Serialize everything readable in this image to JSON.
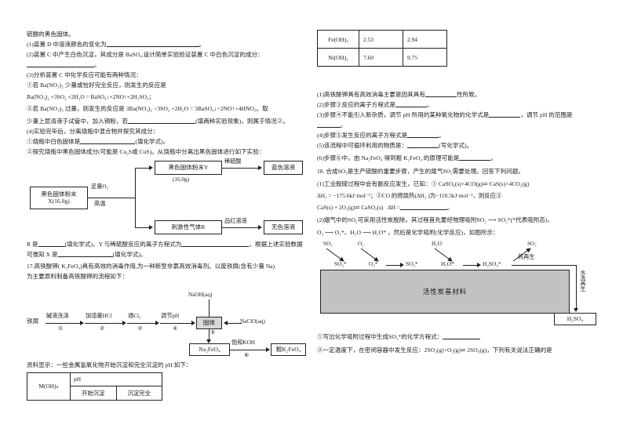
{
  "left_column": {
    "lead_text": "硫酸的黑色固体。",
    "q16_parts": [
      "(1)装置 D 中溶液颜色的变化为",
      "(2)装置 C 中产生白色沉淀，其成分是 BaSO₄,设计简单实验验证装置 C 中白色沉淀的成分：",
      "(3)分析装置 C 中化学反应可能有两种情况：",
      "①若 Ba(NO₃)₂ 少量或恰好完全反应，则发生的反应是",
      "②若 Ba(NO₃)₂ 过量，则发生的反应是",
      "(4)实验完毕后，分离烧瓶中混合物并探究其成分：",
      "①烧瓶中白色固体是",
      "②探究烧瓶中黑色固体成分(可能是 Cu₂S或 CuS)。从烧瓶中分离出黑色固体进行如下实验："
    ],
    "equation1": "Ba(NO₃)₂ +3SO₂ +2H₂O = BaSO₄↓+2NO↑+2H₂SO₄；",
    "equation2": "3Ba(NO₃)₂ +3SO₂ +2H₂O = 3BaSO₄↓+2NO↑+4HNO₃。取",
    "line_take": "少量上层清液于试管中，加入铜粉，若",
    "line_take_tail": "(填两种实验现象)，则属于情况②。",
    "fill_formula": "(填化学式)。",
    "flow1": {
      "start_box": "黑色固体粉末X(16.0g)",
      "start_condition_top": "足量O₂",
      "start_condition_bottom": "高温",
      "branch_top_box": "黑色固体粉末Y",
      "branch_top_mass": "(16.0g)",
      "branch_top_reagent": "稀硫酸",
      "branch_top_result": "蓝色溶液",
      "branch_bottom_box": "刺激性气体R",
      "branch_bottom_reagent": "品红溶液",
      "branch_bottom_result": "无色溶液"
    },
    "after_flow1_a": "R 是",
    "after_flow1_b": "(填化学式)，Y 与稀硫酸反应的离子方程式为",
    "after_flow1_c": "。根据上述实验数据",
    "after_flow1_d": "可推知 X 是",
    "after_flow1_e": "(填化学式)。",
    "q17_stem": "17.高铁酸钾( K₂FeO₄)具有高效的消毒作用,为一种新型非氯高效消毒剂。以废铁屑(含有少量 Na)",
    "q17_stem2": "为主要原料制备高铁酸钾的流程如下：",
    "flow2": {
      "start": "铁屑",
      "steps": [
        {
          "label": "碱液洗涤",
          "num": "①"
        },
        {
          "label": "加适量HCl",
          "num": "②"
        },
        {
          "label": "通Cl₂",
          "num": "③"
        },
        {
          "label": "调节pH",
          "num": "④"
        }
      ],
      "naoh": "NaOH(aq)",
      "solid_box": "固体",
      "naclo": "NaClO(aq)",
      "step5": "⑤",
      "na2feo4": "Na₂FeO₄",
      "koh_label": "饱和KOH",
      "step6": "⑥",
      "product": "粗K₂FeO₄"
    },
    "data_note": "资料显示：一些金属氢氧化物开始沉淀和完全沉淀的 pH 如下：",
    "table": {
      "col_head": "M(OH)ₙ",
      "ph_head": "pH",
      "sub_heads": [
        "开始沉淀",
        "沉淀完全"
      ]
    }
  },
  "right_column": {
    "table_rows": [
      {
        "formula": "Fe(OH)₃",
        "start": "2.53",
        "complete": "2.94"
      },
      {
        "formula": "Ni(OH)₂",
        "start": "7.60",
        "complete": "9.75"
      }
    ],
    "q17_questions": [
      "(1)高铁酸钾具有高效消毒主要是因其具有",
      "性所致。",
      "(2)步骤③反应的离子方程式是",
      "。",
      "(3)步骤④不能引入新杂质，调节 pH 所用的某种氧化物的化学式是",
      "，调节 pH 的范围是",
      "。",
      "(4)步骤⑤发生反应的离子方程式是",
      "。",
      "(5)该流程中可循环利用的物质是：",
      "(写化学式)。",
      "(6)步骤⑥中，由 Na₂FeO₄ 得到粗 K₂FeO₄ 的原理可能是",
      "。"
    ],
    "q18_stem": "18. 合成SO₃是生产硫酸的重要步骤，产生的尾气SO₂需要处理。回答下列问题。",
    "q18_p1": "(1)工业脱硫过程中会有副反应发生，已知：① CaSO₄(s)+4CO(g)⇌ CaS(s)+4CO₂(g)",
    "q18_p1b_a": "ΔH₁ = −175.6kJ·mol⁻¹；",
    "q18_p1b_b": "②CO 的燃烧热(ΔH₂ )为",
    "q18_p1b_c": "−110.5kJ·mol⁻¹，则反应③",
    "q18_p1c_a": "CaS(s) + 2O₂(g)⇌ CaSO₄(s)",
    "q18_p1c_b": "ΔH =",
    "q18_p1c_c": "。",
    "q18_p2_a": "(2)烟气中的SO₂可采用活性炭脱除，其过程首先要经物理吸附SO₂ ⟶ SO₂*(*代表吸附态)、",
    "q18_p2_b": "O₂ ⟶ O₂*、H₂O ⟶ H₂O* ，然后是化学吸附(化学反应)，如图所示：",
    "adsorption_diagram": {
      "gas_labels": [
        "SO₂",
        "O₂",
        "H₂O",
        "SO₂"
      ],
      "chain": [
        "SO₂*",
        "O₂*",
        "SO₃*",
        "H₂O*",
        "H₂SO₄*"
      ],
      "material": "活性炭基材料",
      "thermal_label": "热再生",
      "wash_label": "水洗再生",
      "product": "H₂SO₄"
    },
    "q18_q1_a": "①写出化学吸附过程中生成SO₃*的化学方程式：",
    "q18_q2_a": "②一定温度下，在密闭容器中发生反应：2SO₂(g)+O₂(g)⇌ 2SO₃(g)，下列有关说法正确的是"
  },
  "colors": {
    "ink": "#1a1a1a",
    "rule": "#222222",
    "carbon_fill": "#c2c2c2",
    "solid_fill": "#d8d8d8"
  }
}
